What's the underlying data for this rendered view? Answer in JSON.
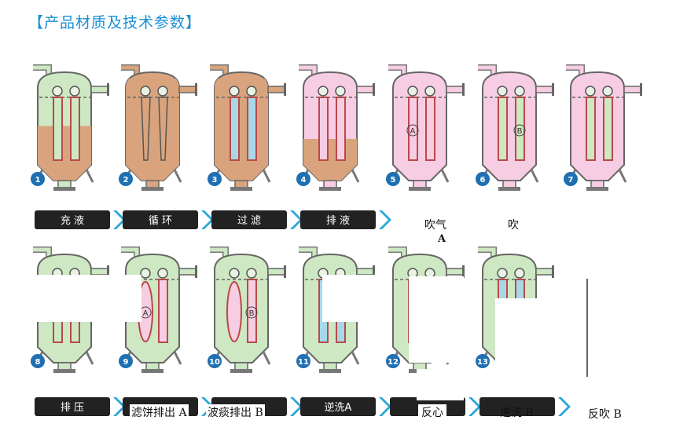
{
  "title": "【产品材质及技术参数】",
  "steps": [
    {
      "number": "1",
      "label": "充  液"
    },
    {
      "number": "2",
      "label": "循  环"
    },
    {
      "number": "3",
      "label": "过  滤"
    },
    {
      "number": "4",
      "label": "排  液"
    },
    {
      "number": "5",
      "label": ""
    },
    {
      "number": "6",
      "label": ""
    },
    {
      "number": "7",
      "label": ""
    },
    {
      "number": "8",
      "label": "排  压"
    },
    {
      "number": "9",
      "label": ""
    },
    {
      "number": "10",
      "label": ""
    },
    {
      "number": "11",
      "label": "逆洗A"
    },
    {
      "number": "12",
      "label": ""
    },
    {
      "number": "13",
      "label": ""
    }
  ],
  "overlay_labels": {
    "blow_a": "吹气",
    "blow_a_sub": "A",
    "blow": "吹",
    "discharge_a": "滤饼排出 A",
    "discharge_b": "波痰排出 B",
    "reverse": "反心",
    "backwash_b": "逆洗 B",
    "reverse_blow_b": "反吹 B"
  },
  "element_labels": {
    "a": "A",
    "b": "B"
  },
  "colors": {
    "green": "#cde8c2",
    "brown": "#d9a47d",
    "pink": "#f7cde3",
    "blue": "#a7d8e8",
    "cyan": "#74c8d8",
    "pipe_green": "#c7e3bc",
    "pipe_pink": "#f3d1e4",
    "circle": "#1f6fb3",
    "label_bg": "#222222",
    "chevron": "#2aa7d9",
    "title": "#1a8fd6"
  }
}
